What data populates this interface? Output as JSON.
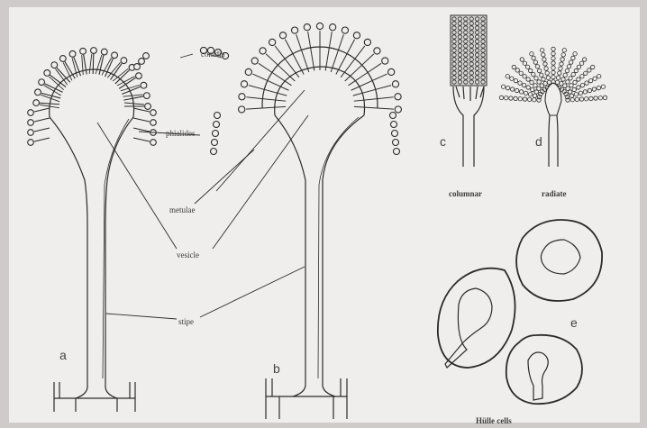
{
  "labels": {
    "conidia": "conidia",
    "phialides": "phialides",
    "metulae": "metulae",
    "vesicle": "vesicle",
    "stipe": "stipe",
    "columnar": "columnar",
    "radiate": "radiate",
    "hulle_cells": "Hülle cells",
    "a": "a",
    "b": "b",
    "c": "c",
    "d": "d",
    "e": "e"
  }
}
